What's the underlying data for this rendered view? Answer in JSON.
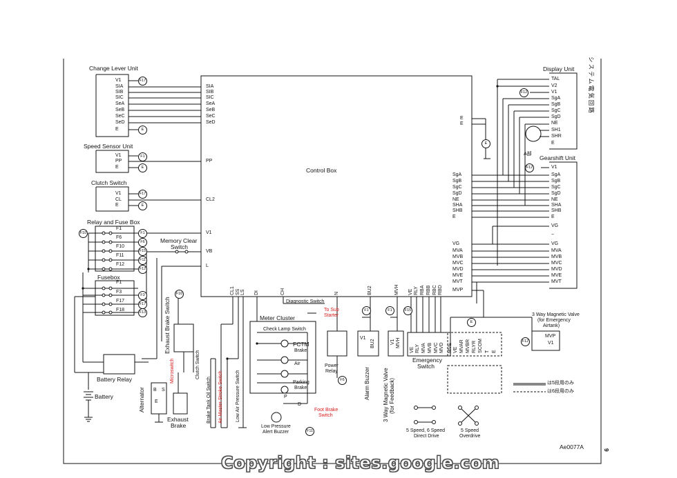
{
  "titles": {
    "change_lever_unit": "Change Lever Unit",
    "speed_sensor_unit": "Speed Sensor Unit",
    "clutch_switch": "Clutch Switch",
    "relay_fuse_box": "Relay and Fuse Box",
    "fusebox": "Fusebox",
    "memory_clear_switch_1": "Memory Clear",
    "memory_clear_switch_2": "Switch",
    "control_box": "Control Box",
    "display_unit": "Display Unit",
    "gearshift_unit": "Gearshift Unit",
    "meter_cluster": "Meter Cluster",
    "check_lamp_switch": "Check Lamp Switch",
    "fctm": "FCTM",
    "brake": "Brake",
    "air": "Air",
    "parking_brake_1": "Parking",
    "parking_brake_2": "Brake",
    "diagnostic_switch": "Diagnostic Switch",
    "to_sub_starter_1": "To Sub",
    "to_sub_starter_2": "Starter",
    "power_relay_1": "Power",
    "power_relay_2": "Relay",
    "alarm_buzzer": "Alarm Buzzer",
    "three_way_valve_fb_1": "3 Way Magnetic Valve",
    "three_way_valve_fb_2": "(for Feedback)",
    "emergency_switch_1": "Emergency",
    "emergency_switch_2": "Switch",
    "three_way_valve_em_1": "3 Way Magnetic Valve",
    "three_way_valve_em_2": "(for Emergency",
    "three_way_valve_em_3": "Airtank)",
    "battery_relay": "Battery Relay",
    "battery": "Battery",
    "alternator": "Alternator",
    "exhaust_brake_switch": "Exhaust Brake Switch",
    "microswitch": "Microswitch",
    "clutch_switch_v": "Clutch Switch",
    "exhaust_brake_1": "Exhaust",
    "exhaust_brake_2": "Brake",
    "brake_tank_oil_switch": "Brake Tank Oil Switch",
    "air_master_stroke_switch": "Air Master Stroke Switch",
    "low_air_pressure_switch": "Low Air Pressure Switch",
    "low_pressure_alert_buzzer_1": "Low Pressure",
    "low_pressure_alert_buzzer_2": "Alert Buzzer",
    "foot_brake_switch_1": "Foot Brake",
    "foot_brake_switch_2": "Switch",
    "direct_drive_1": "5 Speed, 6 Speed",
    "direct_drive_2": "Direct Drive",
    "overdrive_1": "5 Speed",
    "overdrive_2": "Overdrive",
    "legend_5speed": "は5段用のみ",
    "legend_6speed": "は6段用のみ",
    "japanese_title": "システム電気回路",
    "figure_code": "Ae0077A",
    "page_number": "9",
    "copyright": "Copyright : sites.google.com",
    "a_connector": "A部"
  },
  "change_lever_pins": [
    "V1",
    "SIA",
    "SIB",
    "SIC",
    "SeA",
    "SeB",
    "SeC",
    "SeD",
    "E"
  ],
  "control_box_left_pins": [
    "SIA",
    "SIB",
    "SIC",
    "SeA",
    "SeB",
    "SeC",
    "SeD"
  ],
  "speed_sensor_pins": [
    "V1",
    "PP",
    "E"
  ],
  "clutch_switch_pins": [
    "V1",
    "CL",
    "E"
  ],
  "cb_left_misc": {
    "pp": "PP",
    "cl2": "CL2",
    "v1": "V1",
    "vb": "VB",
    "l": "L"
  },
  "relay_fuses": [
    "F1",
    "F6",
    "F10",
    "F11",
    "F12"
  ],
  "fusebox_fuses": [
    "F1",
    "F3",
    "F17",
    "F18"
  ],
  "display_unit_pins": [
    "TAL",
    "V2",
    "V1",
    "SgA",
    "SgB",
    "SgC",
    "SgD",
    "NE",
    "SH1",
    "SHR",
    "E"
  ],
  "gearshift_pins": [
    "V1",
    "SgA",
    "SgB",
    "SgC",
    "SgD",
    "NE",
    "SHA",
    "SHB",
    "E",
    "VG",
    "~",
    "VG",
    "MVA",
    "MVB",
    "MVC",
    "MVD",
    "MVE",
    "MVT"
  ],
  "cb_right_upper": [
    "E",
    "E"
  ],
  "cb_right_pins": [
    "SgA",
    "SgB",
    "SgC",
    "SgD",
    "NE",
    "SHA",
    "SHB",
    "E",
    "VG",
    "MVA",
    "MVB",
    "MVC",
    "MVD",
    "MVE",
    "MVT",
    "MVP"
  ],
  "cb_bottom_pins": [
    "CL1",
    "SS",
    "LS",
    "DI",
    "CH",
    "N",
    "BU2",
    "MVH",
    "VE",
    "RLY",
    "RBA",
    "RBB",
    "RBC",
    "RBD"
  ],
  "power_relay_pins": [
    "V1",
    "BU2"
  ],
  "mvh_pins": [
    "V1",
    "MVH"
  ],
  "emergency_top": [
    "VE",
    "RLY",
    "MVA",
    "MVB",
    "MVC",
    "MVD",
    "MVE",
    "VE",
    "MVAR",
    "MVBR",
    "RLYR",
    "SCOM",
    "T",
    "E"
  ],
  "emergency_bottom": [
    "VE",
    "MVAR",
    "MVBR",
    "RLYR",
    "SCOM",
    "T",
    "E"
  ],
  "mvp_pins": [
    "MVP",
    "V1"
  ],
  "fuse_circles": {
    "f17": "F17",
    "f1": "F1",
    "f10": "F10",
    "f6": "F6",
    "f11": "F11",
    "f12": "F12",
    "f3": "F3",
    "f18": "F18",
    "f16": "F16",
    "f8": "F8",
    "f15": "F15",
    "f13": "F13"
  },
  "ground": "E",
  "alternator_pins": [
    "B",
    "S",
    "E"
  ],
  "parking_pins": [
    "P",
    "D"
  ]
}
